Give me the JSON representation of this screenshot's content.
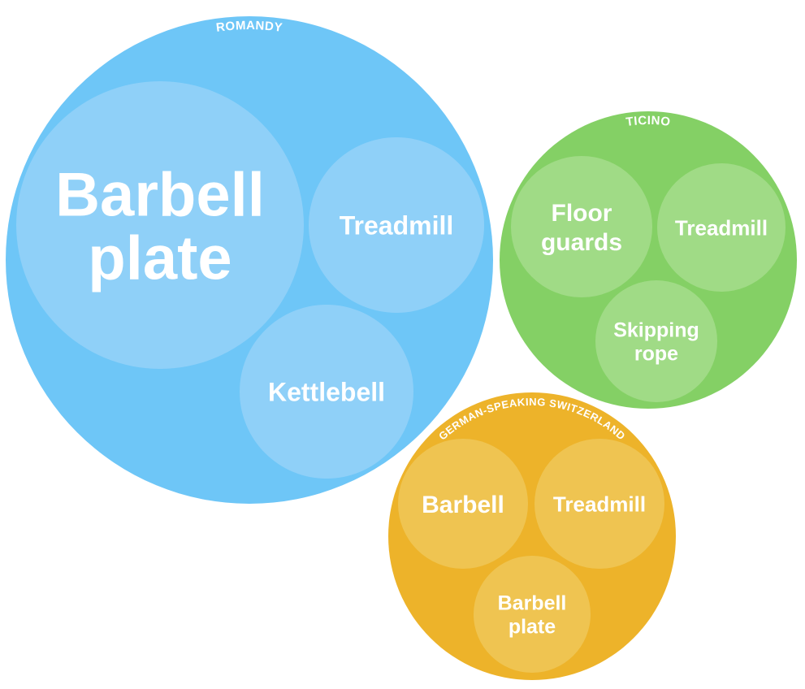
{
  "chart_data": {
    "type": "packed-bubble",
    "groups": [
      {
        "name": "ROMANDY",
        "color": "#6EC6F7",
        "child_color": "#8FD0F8",
        "children": [
          {
            "label": "Barbell plate",
            "lines": [
              "Barbell",
              "plate"
            ]
          },
          {
            "label": "Treadmill",
            "lines": [
              "Treadmill"
            ]
          },
          {
            "label": "Kettlebell",
            "lines": [
              "Kettlebell"
            ]
          }
        ]
      },
      {
        "name": "TICINO",
        "color": "#84D065",
        "child_color": "#A0DB86",
        "children": [
          {
            "label": "Floor guards",
            "lines": [
              "Floor",
              "guards"
            ]
          },
          {
            "label": "Treadmill",
            "lines": [
              "Treadmill"
            ]
          },
          {
            "label": "Skipping rope",
            "lines": [
              "Skipping",
              "rope"
            ]
          }
        ]
      },
      {
        "name": "GERMAN-SPEAKING SWITZERLAND",
        "color": "#EDB32A",
        "child_color": "#EFC451",
        "children": [
          {
            "label": "Barbell",
            "lines": [
              "Barbell"
            ]
          },
          {
            "label": "Treadmill",
            "lines": [
              "Treadmill"
            ]
          },
          {
            "label": "Barbell plate",
            "lines": [
              "Barbell",
              "plate"
            ]
          }
        ]
      }
    ]
  }
}
